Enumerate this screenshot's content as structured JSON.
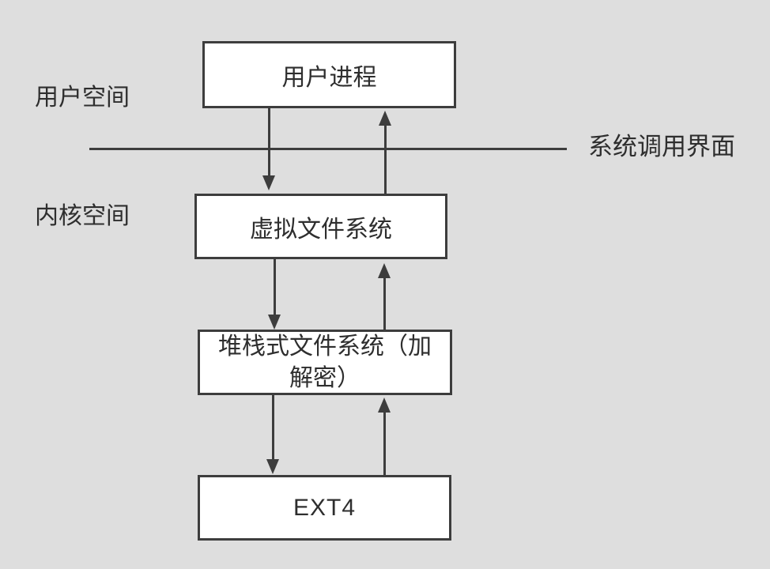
{
  "canvas": {
    "background_color": "#dedede",
    "stroke_color": "#3d3d3d",
    "box_fill_color": "#ffffff",
    "text_color": "#2e2e2e"
  },
  "labels": {
    "user_space": "用户空间",
    "kernel_space": "内核空间",
    "syscall_interface": "系统调用界面"
  },
  "boxes": [
    {
      "id": "user-process",
      "label": "用户进程"
    },
    {
      "id": "vfs",
      "label": "虚拟文件系统"
    },
    {
      "id": "stacked-fs",
      "label": "堆栈式文件系统（加解密）"
    },
    {
      "id": "ext4",
      "label": "EXT4"
    }
  ],
  "edges": [
    {
      "from": "user-process",
      "to": "vfs",
      "direction": "down"
    },
    {
      "from": "vfs",
      "to": "user-process",
      "direction": "up"
    },
    {
      "from": "vfs",
      "to": "stacked-fs",
      "direction": "down"
    },
    {
      "from": "stacked-fs",
      "to": "vfs",
      "direction": "up"
    },
    {
      "from": "stacked-fs",
      "to": "ext4",
      "direction": "down"
    },
    {
      "from": "ext4",
      "to": "stacked-fs",
      "direction": "up"
    }
  ]
}
